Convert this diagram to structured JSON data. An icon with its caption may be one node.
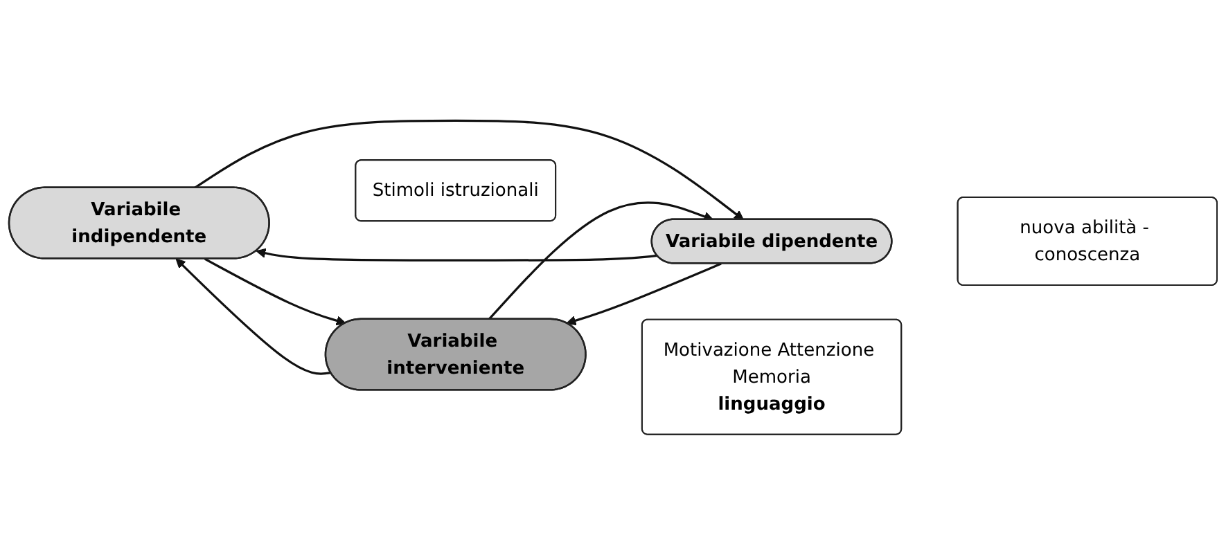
{
  "diagram": {
    "nodes": [
      {
        "text": [
          "Variabile indipendente"
        ]
      },
      {
        "text": [
          "Variabile interveniente"
        ]
      },
      {
        "text": [
          "Variabile dipendente"
        ]
      },
      {
        "text": [
          "Stimoli istruzionali"
        ]
      },
      {
        "text": [
          "Motivazione Attenzione Memoria",
          "linguaggio"
        ]
      },
      {
        "text": [
          "nuova abilità - conoscenza"
        ]
      }
    ],
    "edges": [
      {
        "from": 0,
        "to": 1,
        "arrow": "to"
      },
      {
        "from": 1,
        "to": 0,
        "arrow": "to"
      },
      {
        "from": 0,
        "to": 2,
        "arrow": "to"
      },
      {
        "from": 2,
        "to": 0,
        "arrow": "to"
      },
      {
        "from": 2,
        "to": 1,
        "arrow": "to"
      },
      {
        "from": 1,
        "to": 2,
        "arrow": "to"
      }
    ]
  }
}
